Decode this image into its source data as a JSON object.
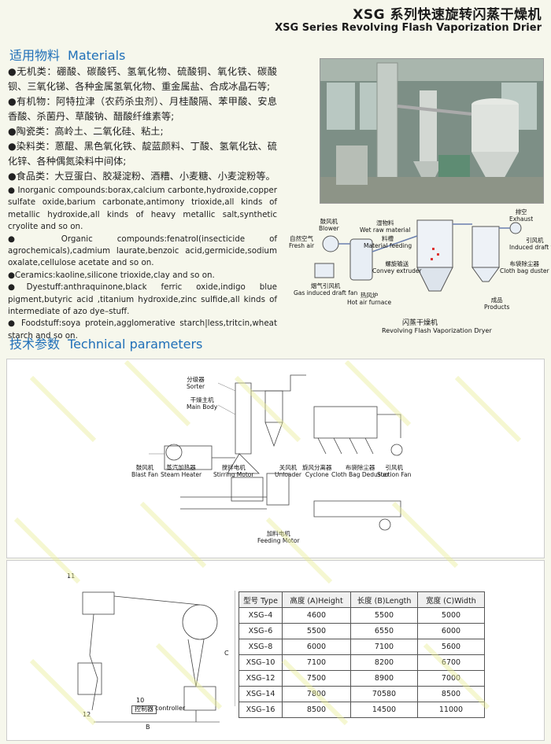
{
  "header": {
    "title_zh": "XSG 系列快速旋转闪蒸干燥机",
    "title_en": "XSG Series Revolving Flash Vaporization Drier"
  },
  "materials": {
    "heading_zh": "适用物料",
    "heading_en": "Materials",
    "zh_items": [
      "●无机类：硼酸、碳酸钙、氢氧化物、硫酸铜、氧化铁、碳酸钡、三氧化锑、各种金属氢氧化物、重金属盐、合成冰晶石等;",
      "●有机物：阿特拉津（农药杀虫剂）、月桂酸隔、苯甲酸、安息香酸、杀菌丹、草酸钠、醋酸纤维素等;",
      "●陶瓷类：高岭土、二氧化硅、粘土;",
      "●染料类：蒽醌、黑色氧化铁、靛蓝颜料、丁酸、氢氧化钛、硫化锌、各种偶氮染料中间体;",
      "●食品类：大豆蛋白、胶凝淀粉、酒糟、小麦糖、小麦淀粉等。"
    ],
    "en_items": [
      "● Inorganic compounds:borax,calcium carbonte,hydroxide,copper sulfate oxide,barium carbonate,antimony trioxide,all kinds of metallic hydroxide,all kinds of heavy metallic salt,synthetic cryolite and so on.",
      "● Organic compounds:fenatrol(insecticide of agrochemicals),cadmium laurate,benzoic acid,germicide,sodium oxalate,cellulose acetate and so on.",
      "●Ceramics:kaoline,silicone trioxide,clay and so on.",
      "●Dyestuff:anthraquinone,black ferric oxide,indigo blue pigment,butyric acid ,titanium hydroxide,zinc sulfide,all kinds of intermediate of azo dye–stuff.",
      "● Foodstuff:soya protein,agglomerative starch|less,tritcin,wheat starch and so on."
    ]
  },
  "flow": {
    "fresh_air": "自然空气\nFresh air",
    "blower": "鼓风机\nBlower",
    "wet_material": "湿物料\nWet raw material",
    "material_feeding": "料槽\nMaterial feeding",
    "convey": "螺旋输送\nConvey extruder",
    "gas_fan": "烟气引风机\nGas induced draft fan",
    "furnace": "热风炉\nHot air furnace",
    "exhaust": "排空\nExhaust",
    "induced_fan": "引风机\nInduced draft fan",
    "duster": "布袋除尘器\nCloth bag duster",
    "products": "成品\nProducts",
    "caption_zh": "闪蒸干燥机",
    "caption_en": "Revolving Flash Vaporization Dryer"
  },
  "tech": {
    "heading_zh": "技术参数",
    "heading_en": "Technical parameters"
  },
  "diagram1": {
    "sorter": "分级器\nSorter",
    "main_body": "干燥主机\nMain Body",
    "blast_fan": "鼓风机\nBlast Fan",
    "steam_heater": "蒸汽加热器\nSteam Heater",
    "stirring_motor": "搅拌电机\nStirring Motor",
    "unloader": "关风机\nUnloader",
    "cyclone": "旋风分离器\nCyclone",
    "cloth_bag": "布袋除尘器\nCloth Bag Deduster",
    "suction_fan": "引风机\nSuction Fan",
    "feeding_motor": "加料电机\nFeeding Motor"
  },
  "diagram2": {
    "n11": "11",
    "n10": "10",
    "n12": "12",
    "controller_zh": "控制器",
    "controller_en": "controller",
    "dim_b": "B",
    "dim_c": "C"
  },
  "table": {
    "headers": [
      "型号 Type",
      "高度 (A)Height",
      "长度 (B)Length",
      "宽度 (C)Width"
    ],
    "rows": [
      [
        "XSG–4",
        "4600",
        "5500",
        "5000"
      ],
      [
        "XSG–6",
        "5500",
        "6550",
        "6000"
      ],
      [
        "XSG–8",
        "6000",
        "7100",
        "5600"
      ],
      [
        "XSG–10",
        "7100",
        "8200",
        "6700"
      ],
      [
        "XSG–12",
        "7500",
        "8900",
        "7000"
      ],
      [
        "XSG–14",
        "7800",
        "70580",
        "8500"
      ],
      [
        "XSG–16",
        "8500",
        "14500",
        "11000"
      ]
    ]
  }
}
